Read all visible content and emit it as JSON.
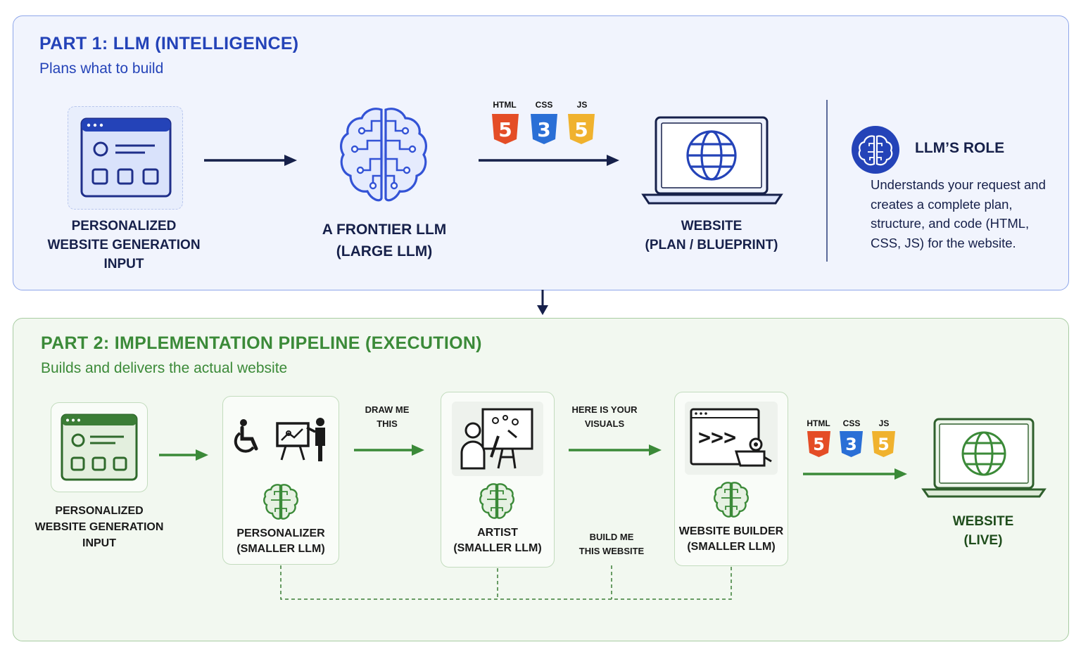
{
  "part1": {
    "title": "PART 1: LLM (INTELLIGENCE)",
    "subtitle": "Plans what to build",
    "input_label": [
      "PERSONALIZED",
      "WEBSITE GENERATION",
      "INPUT"
    ],
    "llm_label": [
      "A FRONTIER LLM",
      "(LARGE LLM)"
    ],
    "code_badges": [
      "HTML",
      "CSS",
      "JS"
    ],
    "website_label": [
      "WEBSITE",
      "(PLAN / BLUEPRINT)"
    ],
    "role": {
      "title": "LLM’S ROLE",
      "text": "Understands your request and creates a complete plan, structure, and code (HTML, CSS, JS) for the website."
    }
  },
  "part2": {
    "title": "PART 2: IMPLEMENTATION PIPELINE (EXECUTION)",
    "subtitle": "Builds and delivers the actual website",
    "input_label": [
      "PERSONALIZED",
      "WEBSITE GENERATION",
      "INPUT"
    ],
    "personalizer_label": [
      "PERSONALIZER",
      "(SMALLER LLM)"
    ],
    "artist_label": [
      "ARTIST",
      "(SMALLER LLM)"
    ],
    "builder_label": [
      "WEBSITE BUILDER",
      "(SMALLER LLM)"
    ],
    "msg_draw": [
      "DRAW ME",
      "THIS"
    ],
    "msg_visuals": [
      "HERE IS YOUR",
      "VISUALS"
    ],
    "msg_build": [
      "BUILD ME",
      "THIS WEBSITE"
    ],
    "code_badges": [
      "HTML",
      "CSS",
      "JS"
    ],
    "website_label": [
      "WEBSITE",
      "(LIVE)"
    ]
  },
  "colors": {
    "blue_dark": "#16204a",
    "blue_accent": "#2443b8",
    "green_accent": "#3b8a38",
    "html": "#e44d26",
    "css": "#2a6fd6",
    "js": "#f0b22e"
  }
}
